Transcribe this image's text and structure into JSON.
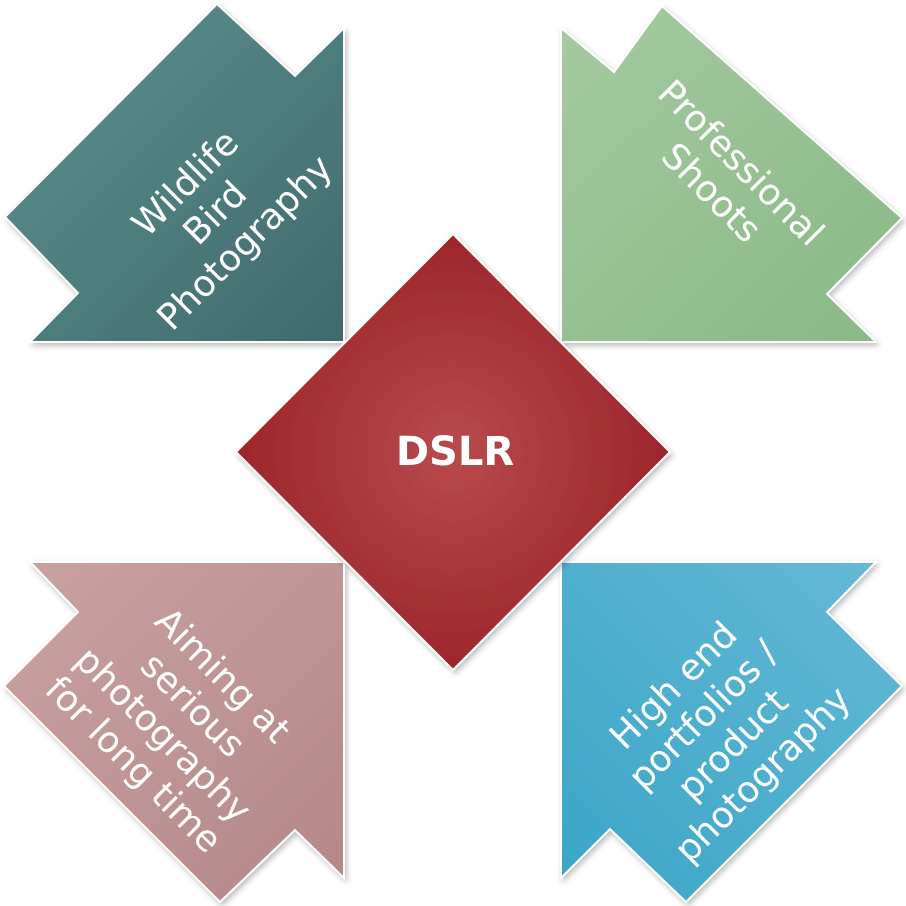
{
  "diagram": {
    "center": {
      "label": "DSLR",
      "color_light": "#b84a4d",
      "color_dark": "#961f24"
    },
    "arrows": [
      {
        "id": "top-left",
        "lines": [
          "Wildlife",
          "Bird",
          "Photography"
        ],
        "color_light": "#5f9191",
        "color_dark": "#3f6a6d"
      },
      {
        "id": "top-right",
        "lines": [
          "Professional",
          "Shoots"
        ],
        "color_light": "#a6caa2",
        "color_dark": "#88b884"
      },
      {
        "id": "bottom-left",
        "lines": [
          "Aiming at",
          "serious",
          "photography",
          "for long time"
        ],
        "color_light": "#c9a2a2",
        "color_dark": "#b48787"
      },
      {
        "id": "bottom-right",
        "lines": [
          "High end",
          "portfolios /",
          "product",
          "photography"
        ],
        "color_light": "#66b9d6",
        "color_dark": "#3aa5c6"
      }
    ]
  }
}
